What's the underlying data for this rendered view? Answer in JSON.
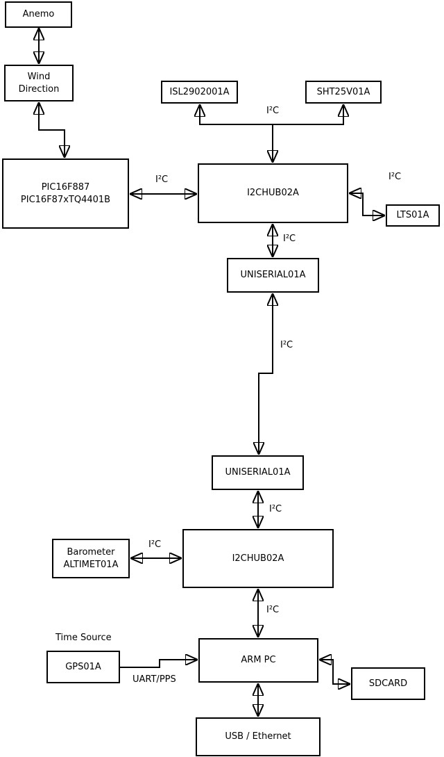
{
  "nodes": {
    "anemo": {
      "label": "Anemo"
    },
    "wind_direction": {
      "label": "Wind\nDirection"
    },
    "pic": {
      "label": "PIC16F887\nPIC16F87xTQ4401B"
    },
    "isl": {
      "label": "ISL2902001A"
    },
    "sht": {
      "label": "SHT25V01A"
    },
    "i2chub_top": {
      "label": "I2CHUB02A"
    },
    "lts": {
      "label": "LTS01A"
    },
    "uniserial_1": {
      "label": "UNISERIAL01A"
    },
    "uniserial_2": {
      "label": "UNISERIAL01A"
    },
    "i2chub_bottom": {
      "label": "I2CHUB02A"
    },
    "barometer": {
      "label": "Barometer\nALTIMET01A"
    },
    "arm_pc": {
      "label": "ARM PC"
    },
    "gps": {
      "label": "GPS01A"
    },
    "sdcard": {
      "label": "SDCARD"
    },
    "usb_ethernet": {
      "label": "USB / Ethernet"
    }
  },
  "edge_labels": {
    "i2c_top_bus": "I²C",
    "i2c_pic_hub": "I²C",
    "i2c_hub_lts": "I²C",
    "i2c_hub_uni1": "I²C",
    "i2c_long_link": "I²C",
    "i2c_uni2_hub2": "I²C",
    "i2c_barometer": "I²C",
    "i2c_hub2_arm": "I²C",
    "time_source": "Time Source",
    "uart_pps": "UART/PPS"
  },
  "edges": [
    {
      "from": "anemo",
      "to": "wind_direction",
      "bidirectional": true,
      "label": ""
    },
    {
      "from": "wind_direction",
      "to": "pic",
      "bidirectional": true,
      "label": ""
    },
    {
      "from": "pic",
      "to": "i2chub_top",
      "bidirectional": true,
      "label": "I²C"
    },
    {
      "from": "i2chub_top",
      "to": "isl",
      "bidirectional": false,
      "label": "I²C"
    },
    {
      "from": "i2chub_top",
      "to": "sht",
      "bidirectional": false,
      "label": "I²C"
    },
    {
      "from": "i2chub_top",
      "to": "lts",
      "bidirectional": true,
      "label": "I²C"
    },
    {
      "from": "i2chub_top",
      "to": "uniserial_1",
      "bidirectional": true,
      "label": "I²C"
    },
    {
      "from": "uniserial_1",
      "to": "uniserial_2",
      "bidirectional": true,
      "label": "I²C"
    },
    {
      "from": "uniserial_2",
      "to": "i2chub_bottom",
      "bidirectional": true,
      "label": "I²C"
    },
    {
      "from": "barometer",
      "to": "i2chub_bottom",
      "bidirectional": true,
      "label": "I²C"
    },
    {
      "from": "i2chub_bottom",
      "to": "arm_pc",
      "bidirectional": true,
      "label": "I²C"
    },
    {
      "from": "gps",
      "to": "arm_pc",
      "bidirectional": false,
      "label": "UART/PPS"
    },
    {
      "from": "arm_pc",
      "to": "sdcard",
      "bidirectional": true,
      "label": ""
    },
    {
      "from": "arm_pc",
      "to": "usb_ethernet",
      "bidirectional": true,
      "label": ""
    }
  ],
  "colors": {
    "background": "#ffffff",
    "line": "#000000",
    "box_border": "#000000",
    "box_fill": "#ffffff",
    "text": "#000000"
  }
}
